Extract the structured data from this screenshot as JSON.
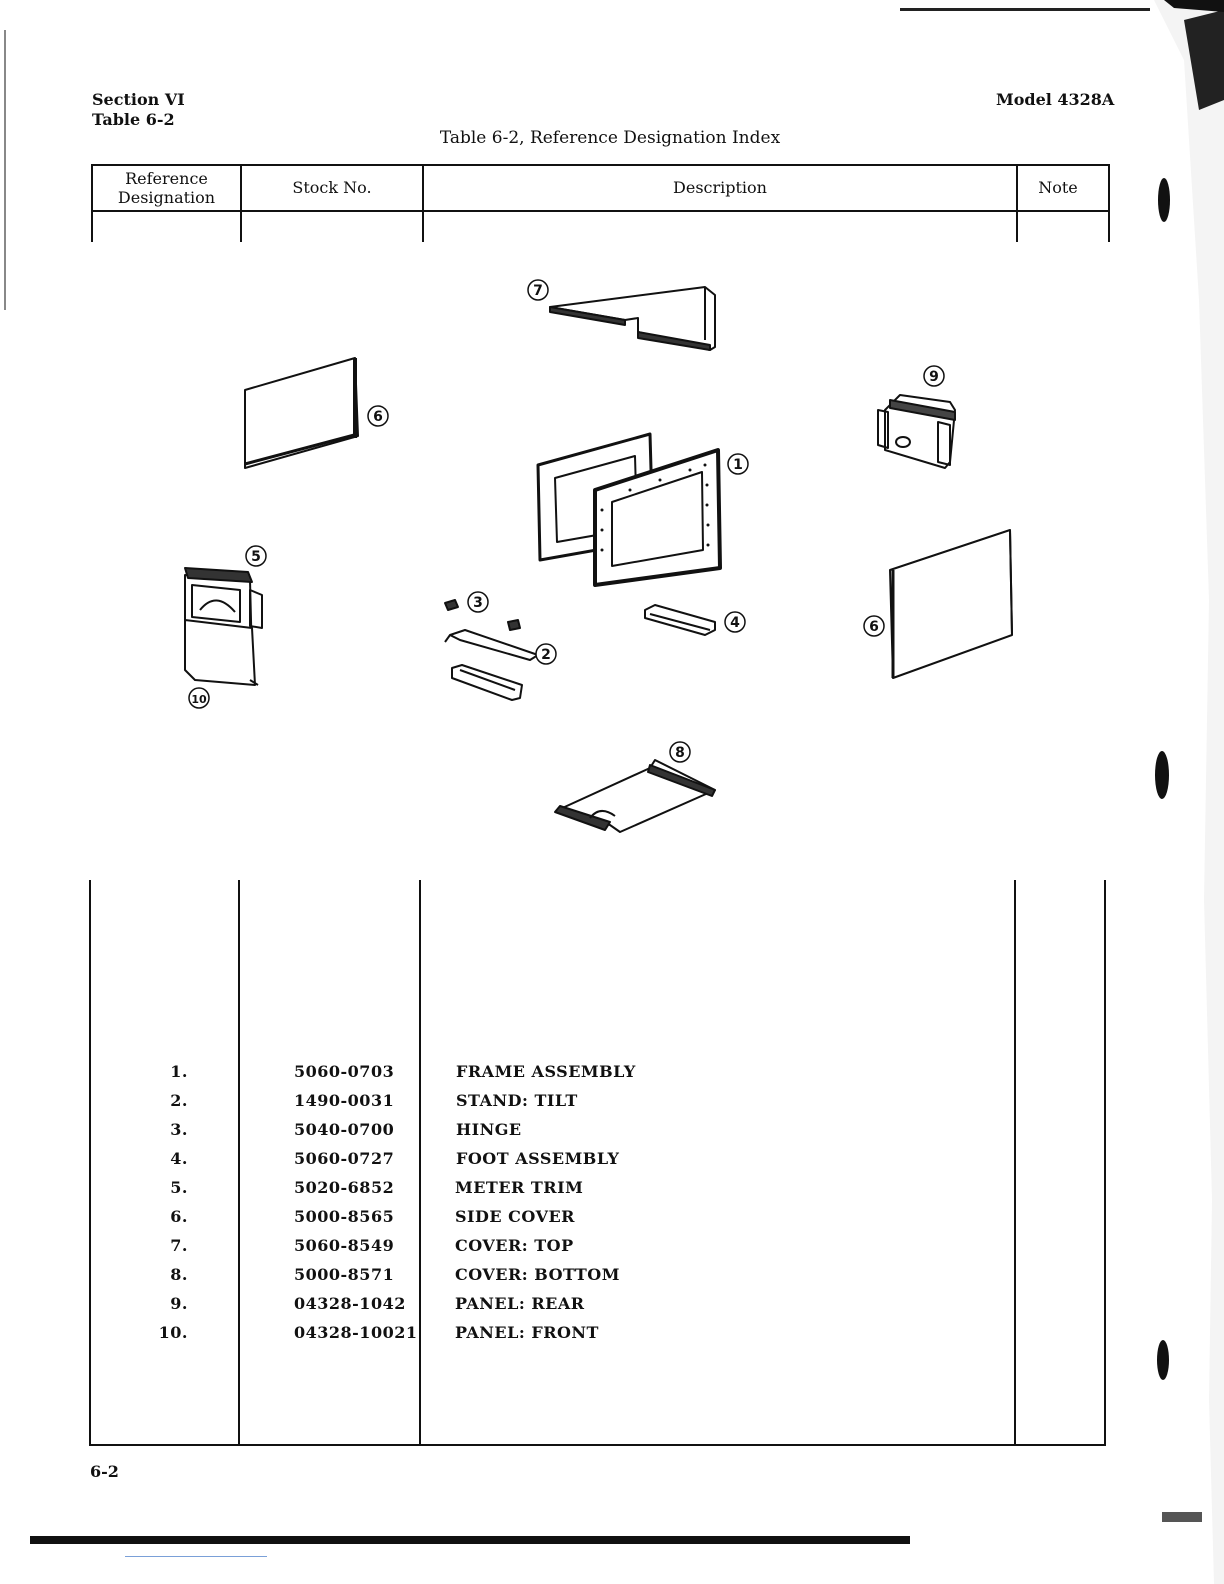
{
  "header": {
    "section": "Section VI",
    "table_ref": "Table 6-2",
    "model": "Model 4328A",
    "title": "Table 6-2, Reference Designation Index"
  },
  "columns": {
    "ref": [
      "Reference",
      "Designation"
    ],
    "stock": "Stock No.",
    "description": "Description",
    "note": "Note"
  },
  "figure": {
    "callouts": [
      "1",
      "2",
      "3",
      "4",
      "5",
      "6",
      "6",
      "7",
      "8",
      "9",
      "10"
    ]
  },
  "rows": [
    {
      "ref": "1.",
      "stock": "5060-0703",
      "desc": "FRAME ASSEMBLY"
    },
    {
      "ref": "2.",
      "stock": "1490-0031",
      "desc": "STAND: TILT"
    },
    {
      "ref": "3.",
      "stock": "5040-0700",
      "desc": "HINGE"
    },
    {
      "ref": "4.",
      "stock": "5060-0727",
      "desc": "FOOT ASSEMBLY"
    },
    {
      "ref": "5.",
      "stock": "5020-6852",
      "desc": "METER TRIM"
    },
    {
      "ref": "6.",
      "stock": "5000-8565",
      "desc": "SIDE COVER"
    },
    {
      "ref": "7.",
      "stock": "5060-8549",
      "desc": "COVER: TOP"
    },
    {
      "ref": "8.",
      "stock": "5000-8571",
      "desc": "COVER: BOTTOM"
    },
    {
      "ref": "9.",
      "stock": "04328-1042",
      "desc": "PANEL: REAR"
    },
    {
      "ref": "10.",
      "stock": "04328-10021",
      "desc": "PANEL: FRONT"
    }
  ],
  "footer": {
    "page_number": "6-2"
  }
}
